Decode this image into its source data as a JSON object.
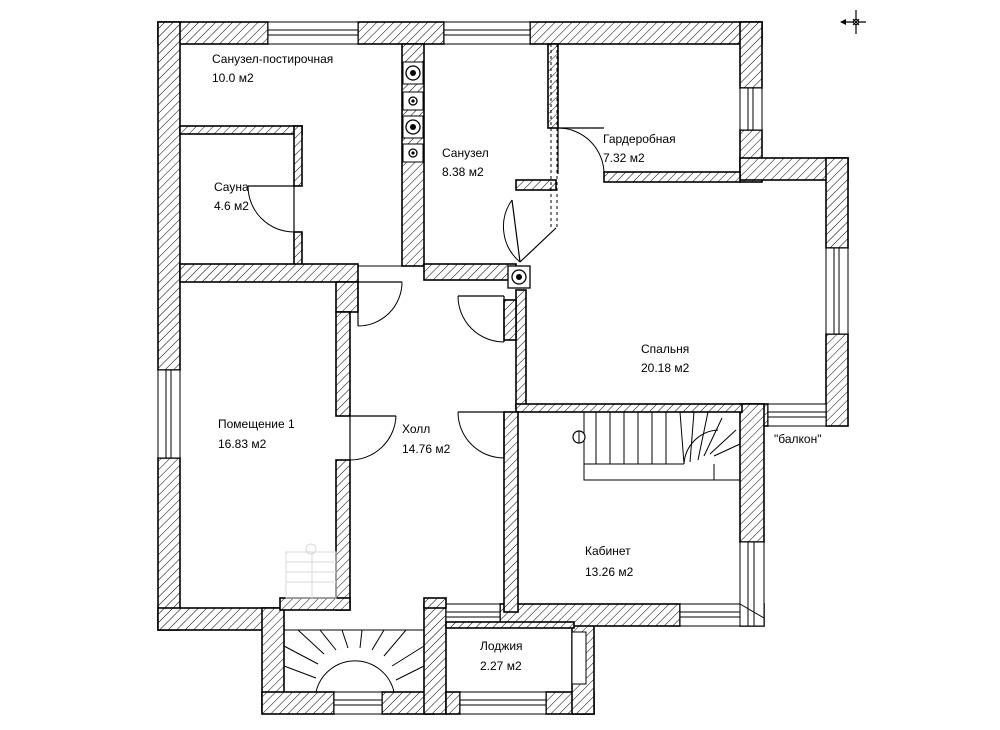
{
  "rooms": [
    {
      "id": "sanuzel-postirochnaya",
      "name": "Санузел-постирочная",
      "area": "10.0 м2"
    },
    {
      "id": "sauna",
      "name": "Сауна",
      "area": "4.6 м2"
    },
    {
      "id": "sanuzel",
      "name": "Санузел",
      "area": "8.38 м2"
    },
    {
      "id": "garderobnaya",
      "name": "Гардеробная",
      "area": "7.32 м2"
    },
    {
      "id": "spalnya",
      "name": "Спальня",
      "area": "20.18 м2"
    },
    {
      "id": "pomeschenie-1",
      "name": "Помещение 1",
      "area": "16.83 м2"
    },
    {
      "id": "holl",
      "name": "Холл",
      "area": "14.76 м2"
    },
    {
      "id": "kabinet",
      "name": "Кабинет",
      "area": "13.26 м2"
    },
    {
      "id": "lodzhiya",
      "name": "Лоджия",
      "area": "2.27 м2"
    }
  ],
  "annotations": {
    "balcony": "\"балкон\""
  },
  "colors": {
    "wall_stroke": "#000000",
    "hatch": "#000000",
    "background": "#ffffff"
  },
  "icons": {
    "compass": "compass-icon"
  }
}
